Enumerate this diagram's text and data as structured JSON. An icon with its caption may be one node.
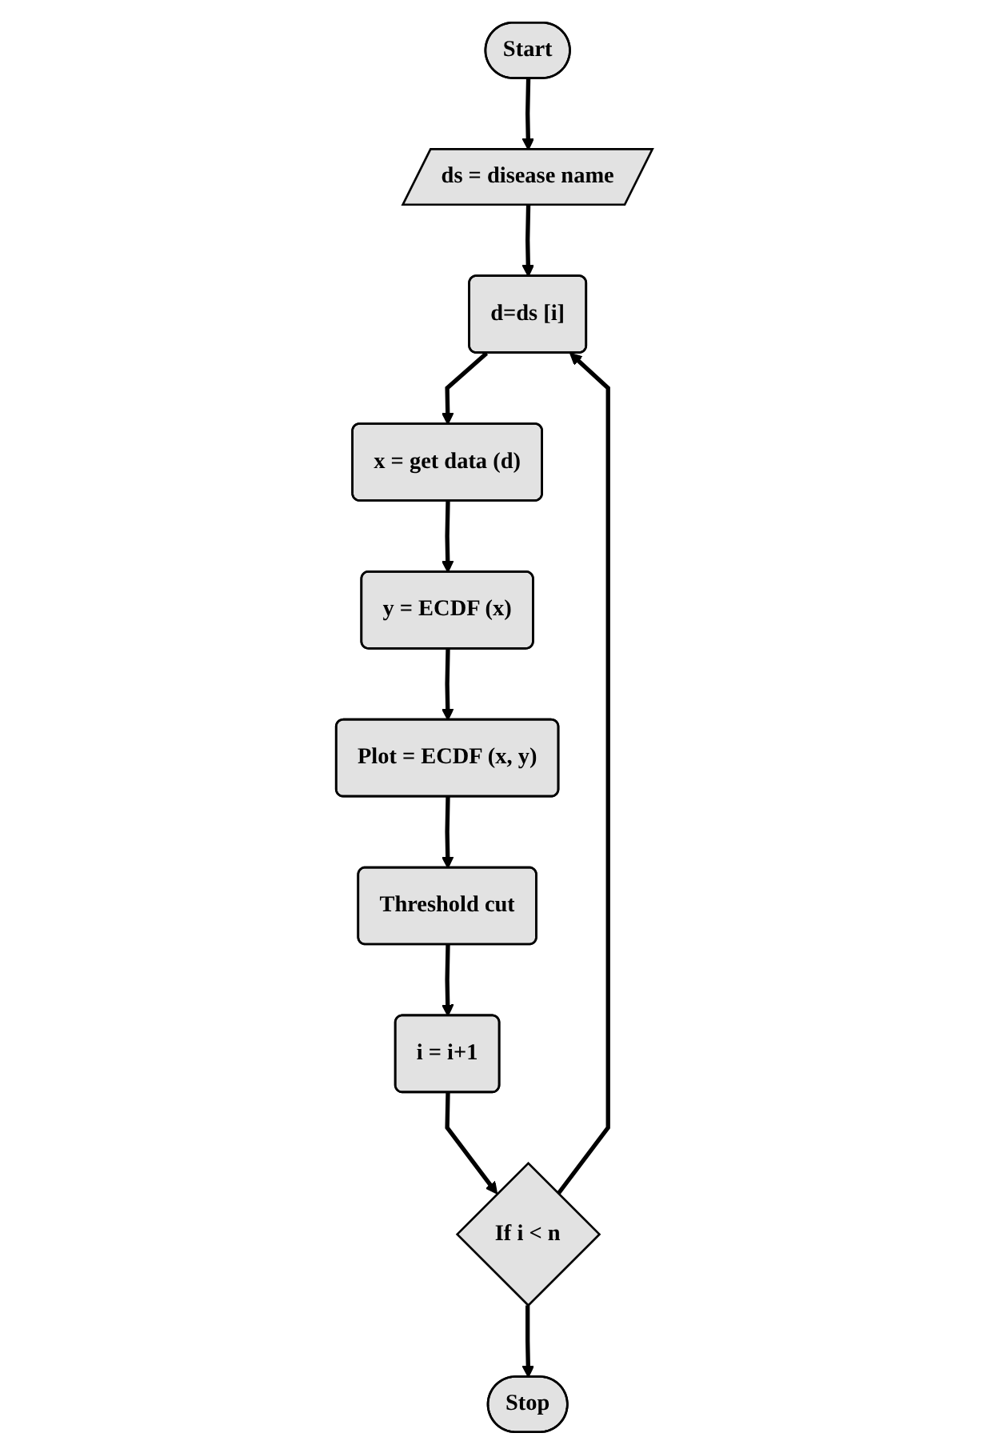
{
  "diagram": {
    "nodes": [
      {
        "text": [
          "Start"
        ]
      },
      {
        "text": [
          "ds = disease name"
        ]
      },
      {
        "text": [
          "d=ds [i]"
        ]
      },
      {
        "text": [
          "x = get data (d)"
        ]
      },
      {
        "text": [
          "y = ECDF (x)"
        ]
      },
      {
        "text": [
          "Plot = ECDF (x, y)"
        ]
      },
      {
        "text": [
          "Threshold cut"
        ]
      },
      {
        "text": [
          "i = i+1"
        ]
      },
      {
        "text": [
          "If i < n"
        ]
      },
      {
        "text": [
          "Stop"
        ]
      }
    ],
    "edges": [
      {
        "from": 0,
        "to": 1,
        "arrow": "to"
      },
      {
        "from": 1,
        "to": 2,
        "arrow": "to"
      },
      {
        "from": 2,
        "to": 3,
        "arrow": "to"
      },
      {
        "from": 3,
        "to": 4,
        "arrow": "to"
      },
      {
        "from": 4,
        "to": 5,
        "arrow": "to"
      },
      {
        "from": 5,
        "to": 6,
        "arrow": "to"
      },
      {
        "from": 6,
        "to": 7,
        "arrow": "to"
      },
      {
        "from": 7,
        "to": 8,
        "arrow": "to"
      },
      {
        "from": 8,
        "to": 9,
        "arrow": "to"
      },
      {
        "from": 8,
        "to": 2,
        "arrow": "to"
      }
    ]
  }
}
